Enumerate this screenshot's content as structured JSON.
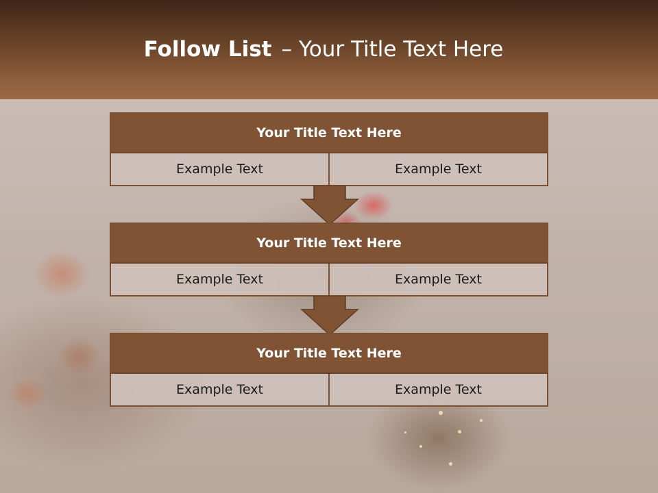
{
  "slide": {
    "title_bold": "Follow List",
    "title_dash": "–",
    "title_rest": "Your Title Text Here"
  },
  "steps": [
    {
      "title": "Your Title Text Here",
      "left": "Example Text",
      "right": "Example Text"
    },
    {
      "title": "Your Title Text Here",
      "left": "Example Text",
      "right": "Example Text"
    },
    {
      "title": "Your Title Text Here",
      "left": "Example Text",
      "right": "Example Text"
    }
  ],
  "colors": {
    "header_dark": "#3e2618",
    "header_light": "#9c6a45",
    "block_title_bg": "#7f5334",
    "cell_bg": "#cec0b9"
  }
}
